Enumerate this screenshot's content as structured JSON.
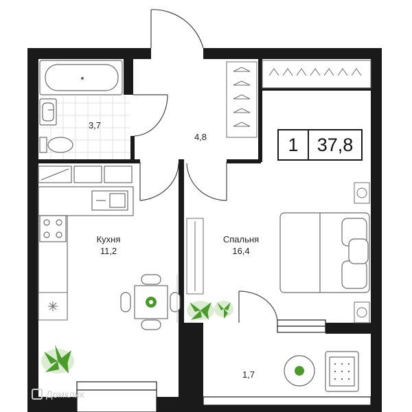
{
  "rooms": {
    "bathroom": {
      "area": "3,7"
    },
    "hall": {
      "area": "4,8"
    },
    "kitchen": {
      "name": "Кухня",
      "area": "11,2"
    },
    "bedroom": {
      "name": "Спальня",
      "area": "16,4"
    },
    "balcony": {
      "area": "1,7"
    }
  },
  "badge": {
    "rooms_count": "1",
    "total_area": "37,8"
  },
  "watermark": {
    "text": "Домклик"
  },
  "colors": {
    "wall": "#1a1a1a",
    "plant": "#4a9a2c",
    "line": "#6b6b6b"
  }
}
